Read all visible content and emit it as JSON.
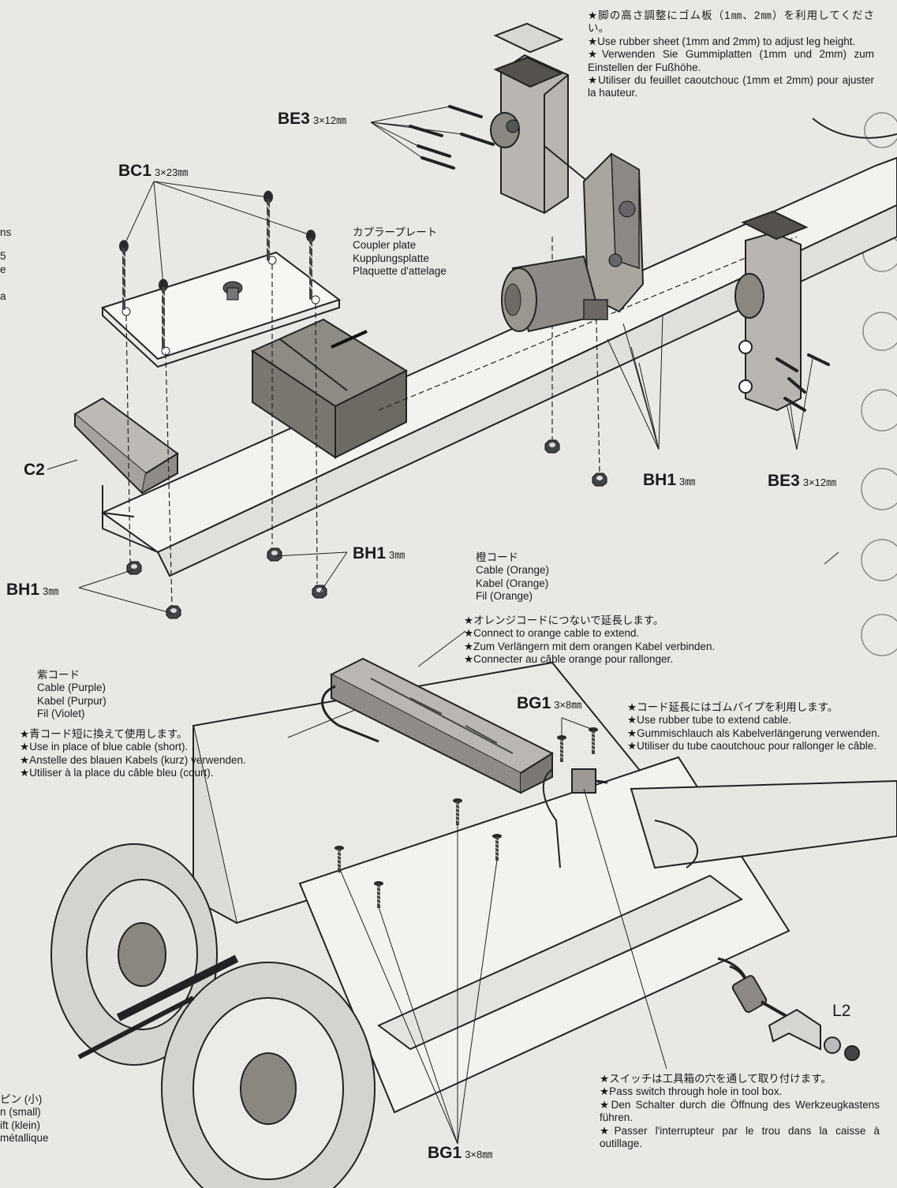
{
  "parts": {
    "be3_top": {
      "code": "BE3",
      "size": "3×12㎜"
    },
    "bc1": {
      "code": "BC1",
      "size": "3×23㎜"
    },
    "c2": {
      "code": "C2"
    },
    "bh1_left": {
      "code": "BH1",
      "size": "3㎜"
    },
    "bh1_mid": {
      "code": "BH1",
      "size": "3㎜"
    },
    "bh1_right": {
      "code": "BH1",
      "size": "3㎜"
    },
    "be3_right": {
      "code": "BE3",
      "size": "3×12㎜"
    },
    "bg1_top": {
      "code": "BG1",
      "size": "3×8㎜"
    },
    "bg1_bottom": {
      "code": "BG1",
      "size": "3×8㎜"
    },
    "l2": {
      "code": "L2"
    }
  },
  "notes": {
    "rubber_sheet": [
      "★脚の高さ調整にゴム板（1㎜、2㎜）を利用してください。",
      "★Use rubber sheet (1mm and 2mm) to adjust leg height.",
      "★Verwenden Sie Gummiplatten (1mm und 2mm) zum Einstellen der Fußhöhe.",
      "★Utiliser du feuillet caoutchouc (1mm et 2mm) pour ajuster la hauteur."
    ],
    "coupler_plate": [
      "カプラープレート",
      "Coupler plate",
      "Kupplungsplatte",
      "Plaquette d'attelage"
    ],
    "orange_cable": [
      "橙コード",
      "Cable (Orange)",
      "Kabel (Orange)",
      "Fil (Orange)"
    ],
    "orange_extend": [
      "★オレンジコードにつないで延長します。",
      "★Connect to orange cable to extend.",
      "★Zum Verlängern mit dem orangen Kabel verbinden.",
      "★Connecter au câble orange pour rallonger."
    ],
    "purple_cable": [
      "紫コード",
      "Cable (Purple)",
      "Kabel (Purpur)",
      "Fil (Violet)"
    ],
    "purple_use": [
      "★青コード短に換えて使用します。",
      "★Use in place of blue cable (short).",
      "★Anstelle des blauen Kabels (kurz) verwenden.",
      "★Utiliser à la place du câble bleu (court)."
    ],
    "rubber_tube": [
      "★コード延長にはゴムパイプを利用します。",
      "★Use rubber tube to extend cable.",
      "★Gummischlauch als Kabelverlängerung verwenden.",
      "★Utiliser du tube caoutchouc pour rallonger le câble."
    ],
    "switch": [
      "★スイッチは工具箱の穴を通して取り付けます。",
      "★Pass switch through hole in tool box.",
      "★Den Schalter durch die Öffnung des Werkzeugkastens führen.",
      "★Passer l'interrupteur par le trou dans la caisse à outillage."
    ],
    "left_partial": [
      "ピン (小)",
      "n (small)",
      "ift (klein)",
      "métallique"
    ],
    "edge_partial": [
      "ns",
      "5",
      "e",
      "a"
    ]
  }
}
